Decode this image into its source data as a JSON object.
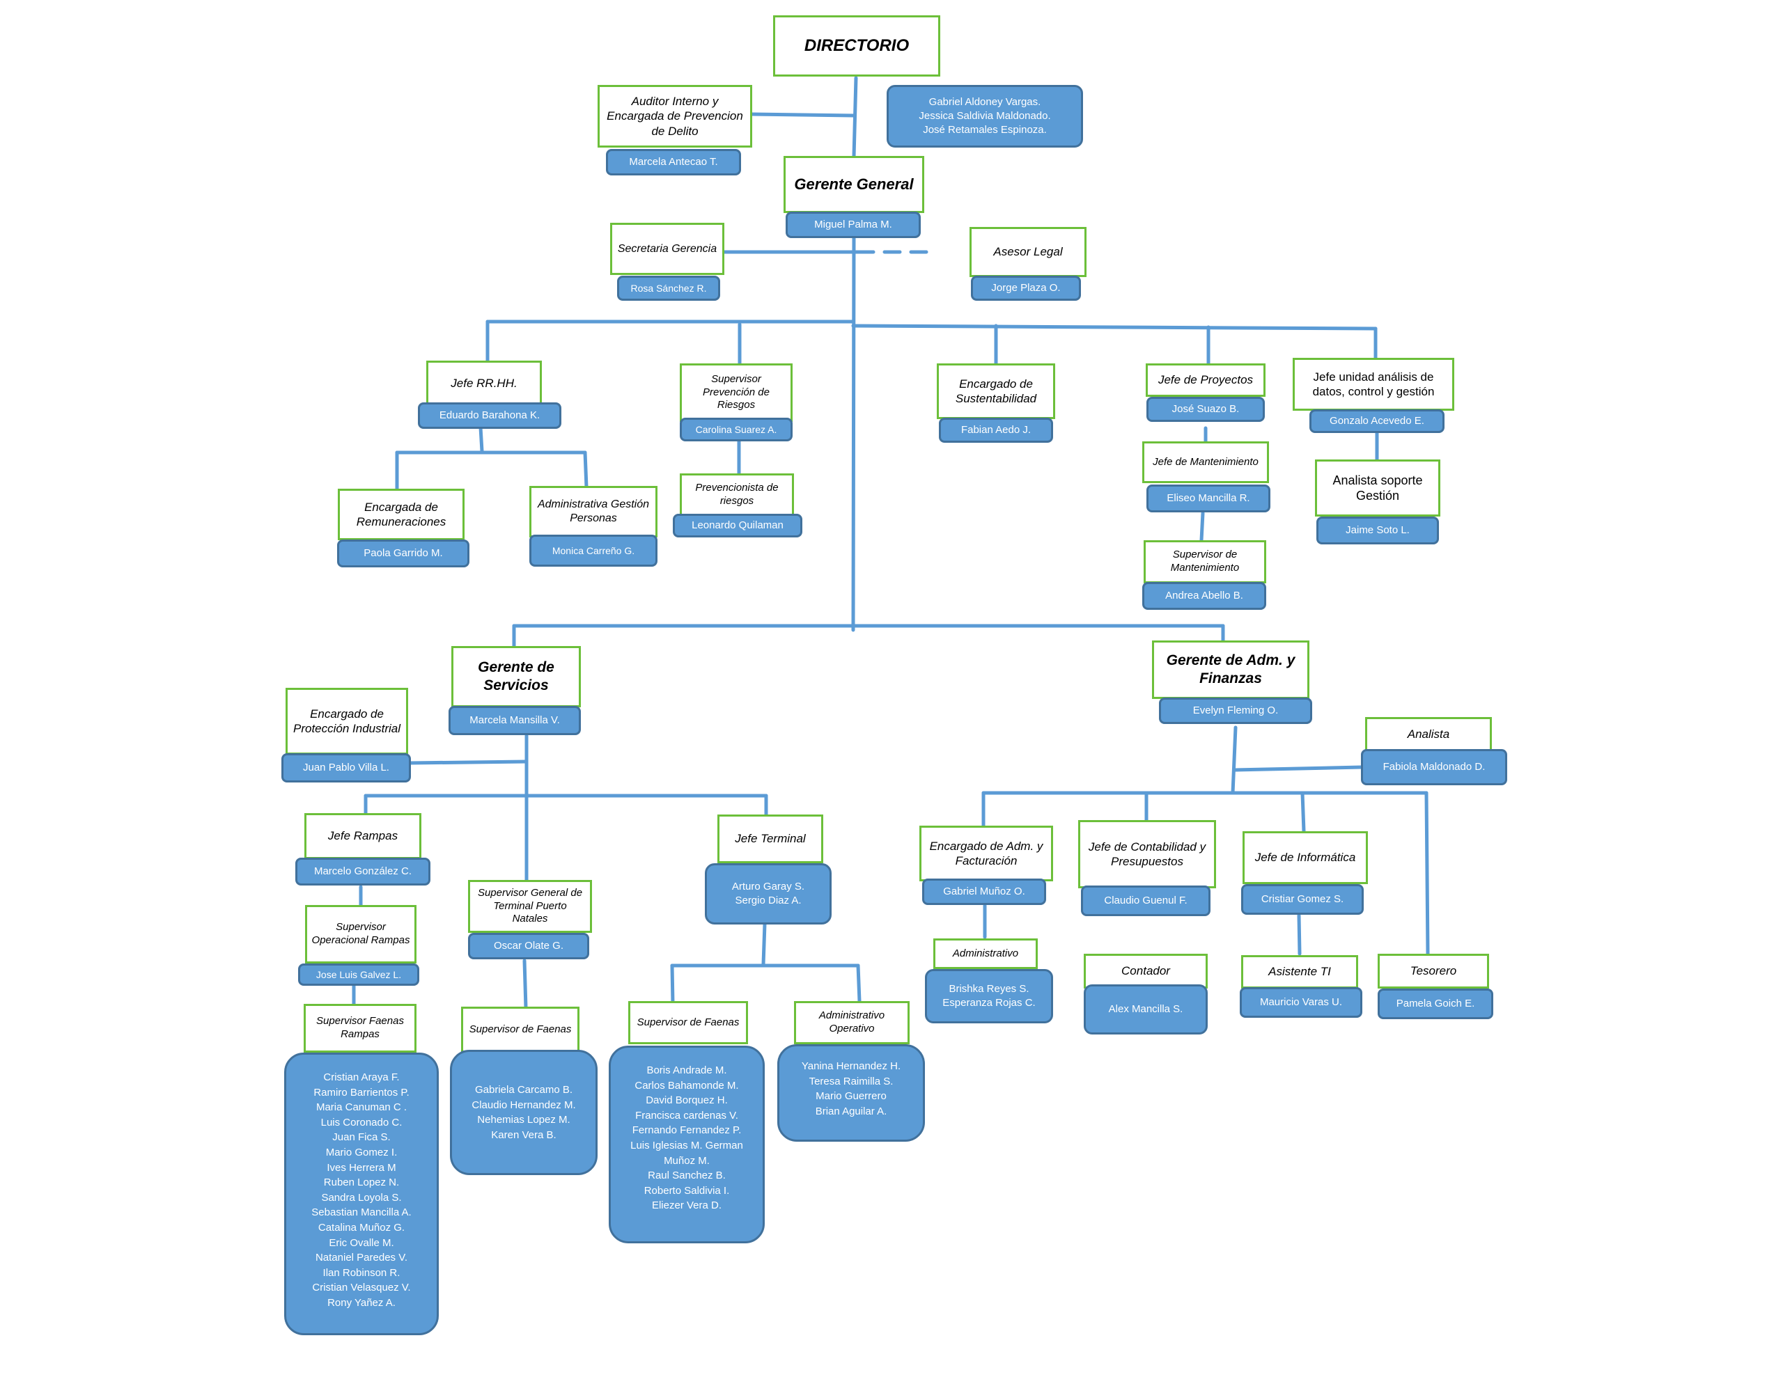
{
  "board": {
    "title": "DIRECTORIO",
    "members": "Gabriel Aldoney Vargas.\nJessica Saldivia Maldonado.\nJosé Retamales Espinoza."
  },
  "auditor": {
    "title": "Auditor Interno y Encargada de Prevencion de Delito",
    "name": "Marcela Antecao T."
  },
  "gm": {
    "title": "Gerente General",
    "name": "Miguel Palma M."
  },
  "secretary": {
    "title": "Secretaria Gerencia",
    "name": "Rosa Sánchez R."
  },
  "legal": {
    "title": "Asesor Legal",
    "name": "Jorge Plaza O."
  },
  "hr": {
    "title": "Jefe RR.HH.",
    "name": "Eduardo Barahona  K."
  },
  "payroll": {
    "title": "Encargada de Remuneraciones",
    "name": "Paola Garrido M."
  },
  "people_admin": {
    "title": "Administrativa Gestión Personas",
    "name": "Monica Carreño G."
  },
  "risk": {
    "title": "Supervisor Prevención de Riesgos",
    "name": "Carolina Suarez A."
  },
  "risk_prev": {
    "title": "Prevencionista de riesgos",
    "name": "Leonardo Quilaman"
  },
  "sustain": {
    "title": "Encargado de Sustentabilidad",
    "name": "Fabian Aedo J."
  },
  "projects": {
    "title": "Jefe de Proyectos",
    "name": "José Suazo B."
  },
  "maint_head": {
    "title": "Jefe de Mantenimiento",
    "name": "Eliseo Mancilla R."
  },
  "maint_sup": {
    "title": "Supervisor de Mantenimiento",
    "name": "Andrea Abello B."
  },
  "data_unit": {
    "title": "Jefe unidad análisis de datos, control y  gestión",
    "name": "Gonzalo Acevedo E."
  },
  "analyst_support": {
    "title": "Analista soporte Gestión",
    "name": "Jaime Soto L."
  },
  "services": {
    "title": "Gerente de Servicios",
    "name": "Marcela Mansilla V."
  },
  "industrial": {
    "title": "Encargado de Protección Industrial",
    "name": "Juan Pablo Villa L."
  },
  "ramps": {
    "title": "Jefe Rampas",
    "name": "Marcelo González C."
  },
  "ramps_op": {
    "title": "Supervisor Operacional Rampas",
    "name": "Jose Luis Galvez L."
  },
  "ramps_fae": {
    "title": "Supervisor Faenas Rampas",
    "names": "Cristian Araya F.\nRamiro Barrientos P.\nMaria Canuman C .\nLuis Coronado C.\nJuan Fica S.\nMario Gomez I.\nIves Herrera M\nRuben Lopez N.\nSandra Loyola S.\nSebastian Mancilla A.\nCatalina Muñoz G.\nEric Ovalle M.\nNataniel Paredes V.\nIlan Robinson R.\nCristian Velasquez V.\nRony Yañez A."
  },
  "terminal_sup": {
    "title": "Supervisor General de Terminal Puerto Natales",
    "name": "Oscar Olate G."
  },
  "term_fae": {
    "title": "Supervisor de Faenas",
    "names": "Gabriela Carcamo B.\nClaudio Hernandez M.\nNehemias Lopez M.\nKaren Vera B."
  },
  "terminal": {
    "title": "Jefe Terminal",
    "names": "Arturo Garay S.\nSergio Diaz A."
  },
  "jt_fae": {
    "title": "Supervisor de Faenas",
    "names": "Boris Andrade M.\nCarlos Bahamonde M.\nDavid Borquez H.\nFrancisca cardenas V.\nFernando Fernandez P.\nLuis Iglesias M.  German\nMuñoz M.\nRaul Sanchez B.\nRoberto Saldivia I.\nEliezer Vera D."
  },
  "jt_admin": {
    "title": "Administrativo Operativo",
    "names": "Yanina Hernandez H.\nTeresa Raimilla S.\nMario Guerrero\nBrian Aguilar A."
  },
  "finance": {
    "title": "Gerente de Adm. y Finanzas",
    "name": "Evelyn Fleming O."
  },
  "fin_analyst": {
    "title": "Analista",
    "name": "Fabiola Maldonado D."
  },
  "billing": {
    "title": "Encargado de Adm. y Facturación",
    "name": "Gabriel Muñoz O."
  },
  "billing_admin": {
    "title": "Administrativo",
    "names": "Brishka Reyes S.\nEsperanza Rojas C."
  },
  "accounting": {
    "title": "Jefe de Contabilidad y Presupuestos",
    "name": "Claudio Guenul F."
  },
  "accountant": {
    "title": "Contador",
    "name": "Alex Mancilla S."
  },
  "it": {
    "title": "Jefe de Informática",
    "name": "Cristiar  Gomez S."
  },
  "it_assist": {
    "title": "Asistente TI",
    "name": "Mauricio Varas U."
  },
  "treasurer": {
    "title": "Tesorero",
    "name": "Pamela Goich E."
  }
}
